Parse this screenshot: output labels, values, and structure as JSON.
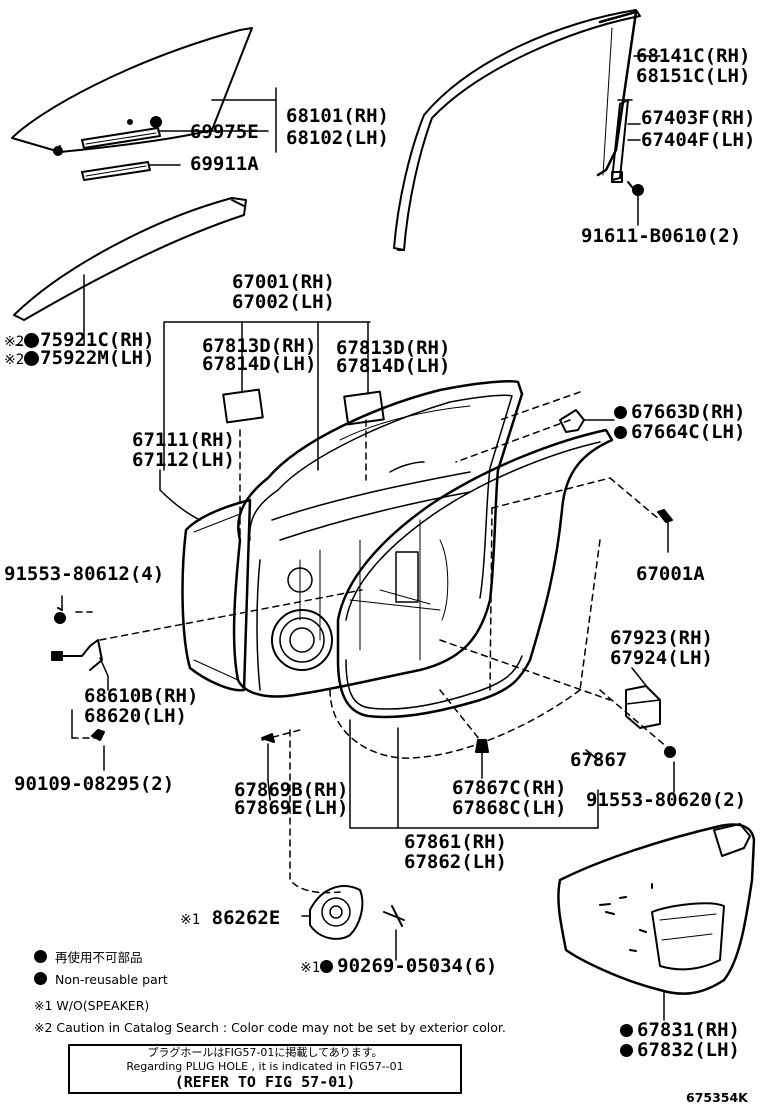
{
  "parts": {
    "glass_rh": "68101(RH)",
    "glass_lh": "68102(LH)",
    "glass_sub_a": "69975E",
    "glass_sub_b": "69911A",
    "run_rh": "68141C(RH)",
    "run_lh": "68151C(LH)",
    "run_chan_rh": "67403F(RH)",
    "run_chan_lh": "67404F(LH)",
    "bolt_run": "91611-B0610(2)",
    "mold_rh": "75921C(RH)",
    "mold_lh": "75922M(LH)",
    "door_rh": "67001(RH)",
    "door_lh": "67002(LH)",
    "seal_pad_rh_1": "67813D(RH)",
    "seal_pad_lh_1": "67814D(LH)",
    "seal_pad_rh_2": "67813D(RH)",
    "seal_pad_lh_2": "67814D(LH)",
    "outer_panel_rh": "67111(RH)",
    "outer_panel_lh": "67112(LH)",
    "bracket_rh": "67663D(RH)",
    "bracket_lh": "67664C(LH)",
    "clip_a": "67001A",
    "bolt_hinge": "91553-80612(4)",
    "hinge_rh": "68610B(RH)",
    "hinge_lh": "68620(LH)",
    "bolt_check": "90109-08295(2)",
    "cover_rh": "67923(RH)",
    "cover_lh": "67924(LH)",
    "weatherstrip": "67867",
    "bolt_cover": "91553-80620(2)",
    "seal_rh": "67869B(RH)",
    "seal_lh": "67869E(LH)",
    "clip_rh": "67867C(RH)",
    "clip_lh": "67868C(LH)",
    "wstrip_rh": "67861(RH)",
    "wstrip_lh": "67862(LH)",
    "speaker": "86262E",
    "screw_speaker": "90269-05034(6)",
    "trim_rh": "67831(RH)",
    "trim_lh": "67832(LH)"
  },
  "marks": {
    "m1": "※1",
    "m2": "※2"
  },
  "legend": {
    "jp": "再使用不可部品",
    "en": "Non-reusable part",
    "note1": "※1 W/O(SPEAKER)",
    "note2": "※2 Caution in Catalog Search : Color code may not be set by exterior color."
  },
  "box": {
    "line1": "プラグホールはFIG57-01に掲載してあります。",
    "line2": "Regarding PLUG HOLE , it is indicated in FIG57--01",
    "line3": "(REFER TO FIG 57-01)"
  },
  "figure_id": "675354K"
}
